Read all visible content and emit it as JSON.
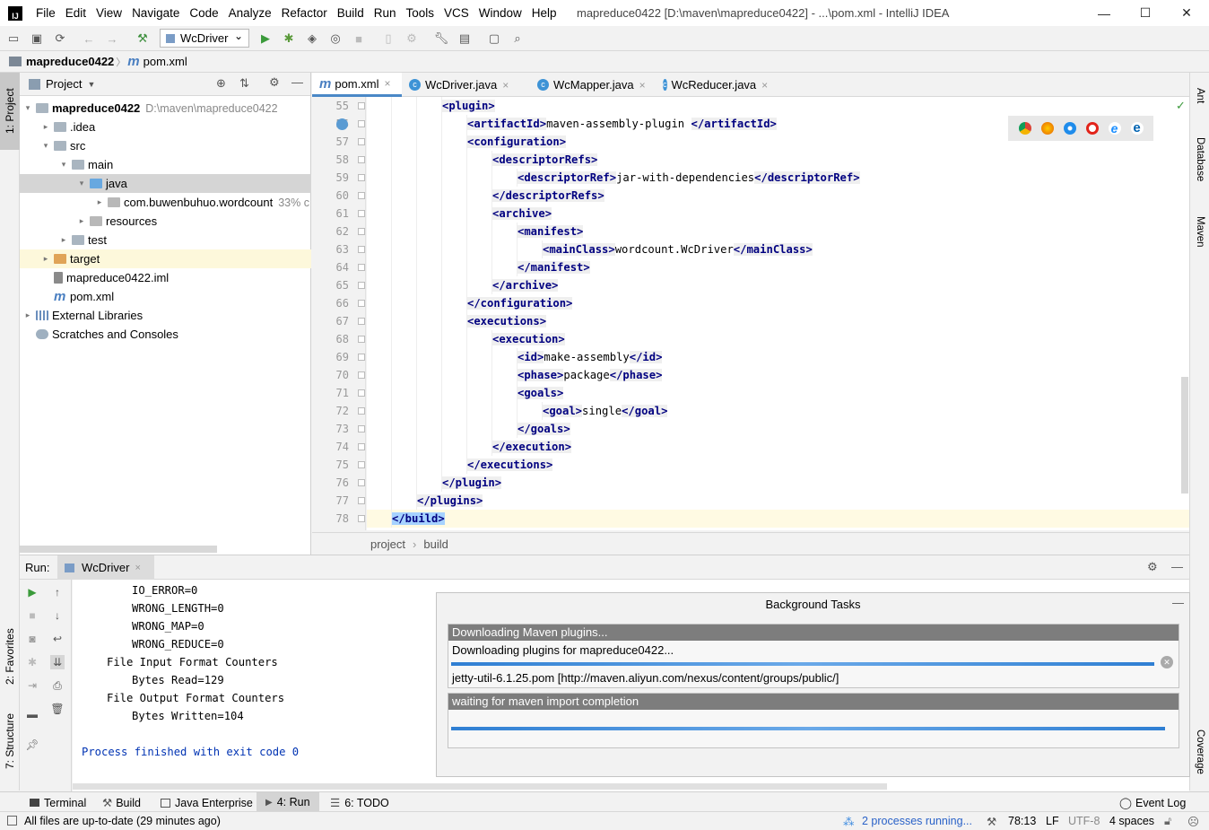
{
  "title_bar": {
    "logo": "IJ",
    "menu": [
      "File",
      "Edit",
      "View",
      "Navigate",
      "Code",
      "Analyze",
      "Refactor",
      "Build",
      "Run",
      "Tools",
      "VCS",
      "Window",
      "Help"
    ],
    "window_title": "mapreduce0422 [D:\\maven\\mapreduce0422] - ...\\pom.xml - IntelliJ IDEA",
    "minimize": "—",
    "maximize": "☐",
    "close": "✕"
  },
  "toolbar": {
    "run_config": "WcDriver",
    "dropdown_arrow": "⌄"
  },
  "navbar": {
    "project": "mapreduce0422",
    "separator": "〉",
    "file": "pom.xml",
    "file_icon": "m"
  },
  "left_strip": {
    "project_tab": "1: Project",
    "favorites_tab": "2: Favorites",
    "structure_tab": "7: Structure"
  },
  "right_strip": {
    "ant": "Ant",
    "database": "Database",
    "maven": "Maven",
    "coverage": "Coverage"
  },
  "project_panel": {
    "header": "Project",
    "tree": [
      {
        "label": "mapreduce0422",
        "extra": "D:\\maven\\mapreduce0422",
        "depth": 0,
        "arrow": "▾",
        "bold": true
      },
      {
        "label": ".idea",
        "depth": 1,
        "arrow": "▸"
      },
      {
        "label": "src",
        "depth": 1,
        "arrow": "▾"
      },
      {
        "label": "main",
        "depth": 2,
        "arrow": "▾"
      },
      {
        "label": "java",
        "depth": 3,
        "arrow": "▾",
        "selected": true
      },
      {
        "label": "com.buwenbuhuo.wordcount",
        "extra": "33% c",
        "depth": 4,
        "arrow": "▸"
      },
      {
        "label": "resources",
        "depth": 3,
        "arrow": "▸"
      },
      {
        "label": "test",
        "depth": 2,
        "arrow": "▸"
      },
      {
        "label": "target",
        "depth": 1,
        "arrow": "▸",
        "highlight": true
      },
      {
        "label": "mapreduce0422.iml",
        "depth": 1,
        "arrow": ""
      },
      {
        "label": "pom.xml",
        "depth": 1,
        "arrow": ""
      },
      {
        "label": "External Libraries",
        "depth": 0,
        "arrow": "▸"
      },
      {
        "label": "Scratches and Consoles",
        "depth": 0,
        "arrow": ""
      }
    ]
  },
  "editor": {
    "tabs": [
      {
        "label": "pom.xml",
        "icon": "m",
        "active": true
      },
      {
        "label": "WcDriver.java",
        "icon": "c"
      },
      {
        "label": "WcMapper.java",
        "icon": "c"
      },
      {
        "label": "WcReducer.java",
        "icon": "c"
      }
    ],
    "tab_close": "×",
    "lines": [
      {
        "n": "55",
        "indent": 3,
        "parts": [
          [
            "tag",
            "<plugin>"
          ]
        ]
      },
      {
        "n": "56",
        "indent": 4,
        "parts": [
          [
            "tag",
            "<artifactId>"
          ],
          [
            "txt",
            "maven-assembly-plugin "
          ],
          [
            "tag",
            "</artifactId>"
          ]
        ]
      },
      {
        "n": "57",
        "indent": 4,
        "parts": [
          [
            "tag",
            "<configuration>"
          ]
        ]
      },
      {
        "n": "58",
        "indent": 5,
        "parts": [
          [
            "tag",
            "<descriptorRefs>"
          ]
        ]
      },
      {
        "n": "59",
        "indent": 6,
        "parts": [
          [
            "tag",
            "<descriptorRef>"
          ],
          [
            "txt",
            "jar-with-dependencies"
          ],
          [
            "tag",
            "</descriptorRef>"
          ]
        ]
      },
      {
        "n": "60",
        "indent": 5,
        "parts": [
          [
            "tag",
            "</descriptorRefs>"
          ]
        ]
      },
      {
        "n": "61",
        "indent": 5,
        "parts": [
          [
            "tag",
            "<archive>"
          ]
        ]
      },
      {
        "n": "62",
        "indent": 6,
        "parts": [
          [
            "tag",
            "<manifest>"
          ]
        ]
      },
      {
        "n": "63",
        "indent": 7,
        "parts": [
          [
            "tag",
            "<mainClass>"
          ],
          [
            "txt",
            "wordcount.WcDriver"
          ],
          [
            "tag",
            "</mainClass>"
          ]
        ]
      },
      {
        "n": "64",
        "indent": 6,
        "parts": [
          [
            "tag",
            "</manifest>"
          ]
        ]
      },
      {
        "n": "65",
        "indent": 5,
        "parts": [
          [
            "tag",
            "</archive>"
          ]
        ]
      },
      {
        "n": "66",
        "indent": 4,
        "parts": [
          [
            "tag",
            "</configuration>"
          ]
        ]
      },
      {
        "n": "67",
        "indent": 4,
        "parts": [
          [
            "tag",
            "<executions>"
          ]
        ]
      },
      {
        "n": "68",
        "indent": 5,
        "parts": [
          [
            "tag",
            "<execution>"
          ]
        ]
      },
      {
        "n": "69",
        "indent": 6,
        "parts": [
          [
            "tag",
            "<id>"
          ],
          [
            "txt",
            "make-assembly"
          ],
          [
            "tag",
            "</id>"
          ]
        ]
      },
      {
        "n": "70",
        "indent": 6,
        "parts": [
          [
            "tag",
            "<phase>"
          ],
          [
            "txt",
            "package"
          ],
          [
            "tag",
            "</phase>"
          ]
        ]
      },
      {
        "n": "71",
        "indent": 6,
        "parts": [
          [
            "tag",
            "<goals>"
          ]
        ]
      },
      {
        "n": "72",
        "indent": 7,
        "parts": [
          [
            "tag",
            "<goal>"
          ],
          [
            "txt",
            "single"
          ],
          [
            "tag",
            "</goal>"
          ]
        ]
      },
      {
        "n": "73",
        "indent": 6,
        "parts": [
          [
            "tag",
            "</goals>"
          ]
        ]
      },
      {
        "n": "74",
        "indent": 5,
        "parts": [
          [
            "tag",
            "</execution>"
          ]
        ]
      },
      {
        "n": "75",
        "indent": 4,
        "parts": [
          [
            "tag",
            "</executions>"
          ]
        ]
      },
      {
        "n": "76",
        "indent": 3,
        "parts": [
          [
            "tag",
            "</plugin>"
          ]
        ]
      },
      {
        "n": "77",
        "indent": 2,
        "parts": [
          [
            "tag",
            "</plugins>"
          ]
        ]
      },
      {
        "n": "78",
        "indent": 1,
        "parts": [
          [
            "sel",
            "</build>"
          ]
        ],
        "current": true
      }
    ],
    "breadcrumb": [
      "project",
      "build"
    ],
    "breadcrumb_sep": "›",
    "checkmark": "✓"
  },
  "run_panel": {
    "label": "Run:",
    "tab": "WcDriver",
    "console": [
      {
        "text": "IO_ERROR=0",
        "indent": 2
      },
      {
        "text": "WRONG_LENGTH=0",
        "indent": 2
      },
      {
        "text": "WRONG_MAP=0",
        "indent": 2
      },
      {
        "text": "WRONG_REDUCE=0",
        "indent": 2
      },
      {
        "text": "File Input Format Counters",
        "indent": 1
      },
      {
        "text": "Bytes Read=129",
        "indent": 2
      },
      {
        "text": "File Output Format Counters",
        "indent": 1
      },
      {
        "text": "Bytes Written=104",
        "indent": 2
      },
      {
        "text": "",
        "indent": 0
      },
      {
        "text": "Process finished with exit code 0",
        "indent": 0,
        "blue": true
      }
    ]
  },
  "background_tasks": {
    "title": "Background Tasks",
    "collapse": "—",
    "task1_header": "Downloading Maven plugins...",
    "task1_line1": "Downloading plugins for mapreduce0422...",
    "task1_line2": "jetty-util-6.1.25.pom [http://maven.aliyun.com/nexus/content/groups/public/]",
    "task1_cancel": "✕",
    "task2_header": "waiting for maven import completion"
  },
  "bottom_tabs": {
    "terminal": "Terminal",
    "build": "Build",
    "java_enterprise": "Java Enterprise",
    "run": "4: Run",
    "todo": "6: TODO",
    "event_log": "Event Log"
  },
  "status_bar": {
    "message": "All files are up-to-date (29 minutes ago)",
    "processes": "2 processes running...",
    "position": "78:13",
    "line_sep": "LF",
    "encoding": "UTF-8",
    "indent": "4 spaces"
  },
  "colors": {
    "tag": "#000080",
    "selection": "#a6d2ff",
    "current_line": "#fffae3",
    "progress": "#2f7fd3",
    "task_header": "#7d7d7d",
    "console_blue": "#0033b3"
  }
}
